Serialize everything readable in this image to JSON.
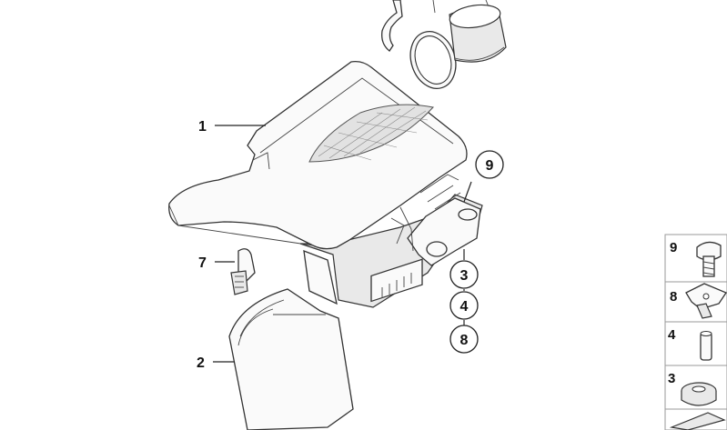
{
  "callouts": {
    "c1": "1",
    "c2": "2",
    "c7": "7",
    "c9": "9",
    "c3": "3",
    "c4": "4",
    "c8": "8"
  },
  "legend": [
    {
      "number": "9",
      "icon": "bolt-icon"
    },
    {
      "number": "8",
      "icon": "clip-nut-icon"
    },
    {
      "number": "4",
      "icon": "sleeve-icon"
    },
    {
      "number": "3",
      "icon": "rubber-grommet-icon"
    },
    {
      "number": "",
      "icon": "wedge-icon"
    }
  ]
}
